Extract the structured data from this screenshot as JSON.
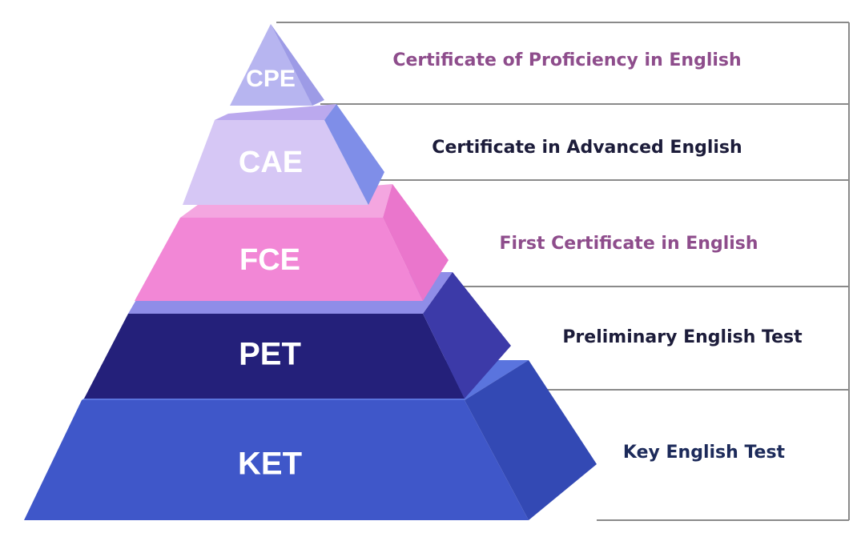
{
  "levels": [
    {
      "code": "CPE",
      "description": "Certificate of Proficiency in English"
    },
    {
      "code": "CAE",
      "description": "Certificate in Advanced English"
    },
    {
      "code": "FCE",
      "description": "First Certificate in English"
    },
    {
      "code": "PET",
      "description": "Preliminary English Test"
    },
    {
      "code": "KET",
      "description": "Key English Test"
    }
  ],
  "colors": {
    "cpe": {
      "front": "#b7b5f0",
      "side": "#9d9be6",
      "top": "#d4d3f7",
      "text": "#8e4d8c"
    },
    "cae": {
      "front": "#d6c7f5",
      "side": "#7f8ee8",
      "top": "#bba9ee",
      "text": "#1c1c3a"
    },
    "fce": {
      "front": "#f287d6",
      "side": "#ea76cc",
      "top": "#f4a6e0",
      "text": "#8e4d8c"
    },
    "pet": {
      "front": "#24207a",
      "side": "#3c3aa8",
      "top": "#8f8de8",
      "text": "#1c1c3a"
    },
    "ket": {
      "front": "#3f57c9",
      "side": "#3349b4",
      "top": "#5a74de",
      "text": "#1c2a5a"
    },
    "divider": "#8a8a8a"
  }
}
